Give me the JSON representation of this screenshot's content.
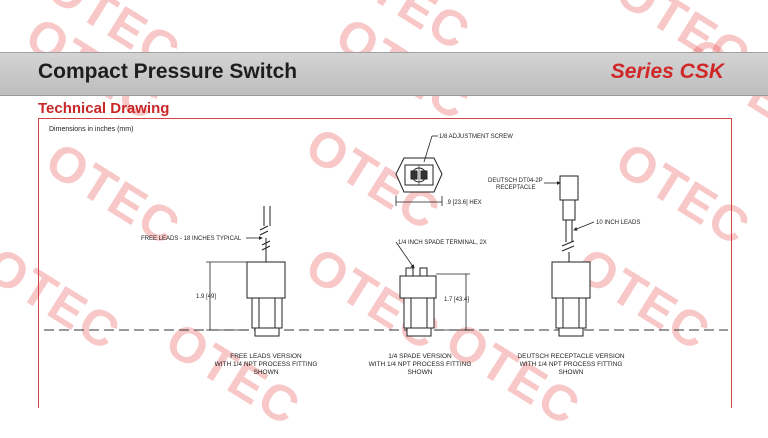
{
  "header": {
    "title": "Compact Pressure Switch",
    "series": "Series CSK"
  },
  "section": {
    "heading": "Technical Drawing"
  },
  "drawing": {
    "units_note": "Dimensions in inches (mm)",
    "callouts": {
      "adjustment_screw": "1/8 ADJUSTMENT SCREW",
      "hex": ".9 [23.6]  HEX",
      "free_leads": "FREE LEADS - 18 INCHES TYPICAL",
      "spade_terminal": "1/4 INCH SPADE TERMINAL, 2X",
      "deutsch_line1": "DEUTSCH DT04-2P",
      "deutsch_line2": "RECEPTACLE",
      "ten_inch_leads": "10 INCH LEADS"
    },
    "dimensions": {
      "free_leads_height": "1.9 [49]",
      "spade_height": "1.7 [43.4]"
    },
    "views": [
      {
        "line1": "FREE LEADS VERSION",
        "line2": "WITH 1/4 NPT PROCESS FITTING",
        "line3": "SHOWN"
      },
      {
        "line1": "1/4 SPADE VERSION",
        "line2": "WITH 1/4 NPT PROCESS FITTING",
        "line3": "SHOWN"
      },
      {
        "line1": "DEUTSCH RECEPTACLE VERSION",
        "line2": "WITH 1/4 NPT PROCESS FITTING",
        "line3": "SHOWN"
      }
    ]
  },
  "watermark": {
    "text": "OTEC",
    "color": "#e84646"
  },
  "colors": {
    "accent": "#c82828",
    "header_band": "#c8c8c8"
  }
}
